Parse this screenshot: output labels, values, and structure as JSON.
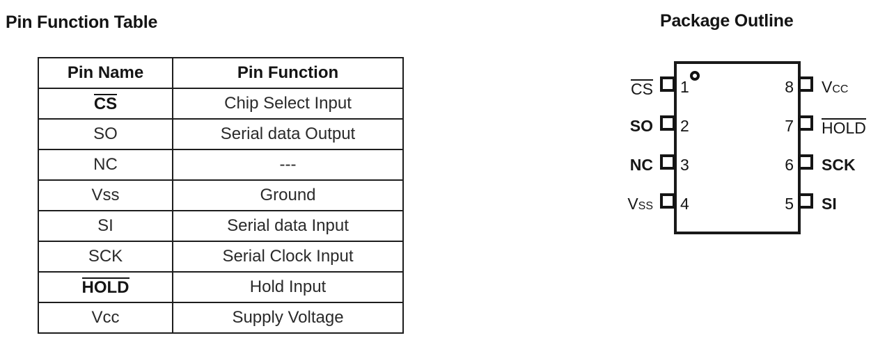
{
  "titles": {
    "pin_function_table": "Pin Function Table",
    "package_outline": "Package Outline"
  },
  "pin_function_table": {
    "columns": [
      "Pin Name",
      "Pin Function"
    ],
    "rows": [
      {
        "name": "CS",
        "overbar": true,
        "bold": true,
        "function": "Chip Select Input"
      },
      {
        "name": "SO",
        "overbar": false,
        "bold": false,
        "function": "Serial data Output"
      },
      {
        "name": "NC",
        "overbar": false,
        "bold": false,
        "function": "---"
      },
      {
        "name": "Vss",
        "overbar": false,
        "bold": false,
        "function": "Ground"
      },
      {
        "name": "SI",
        "overbar": false,
        "bold": false,
        "function": "Serial data Input"
      },
      {
        "name": "SCK",
        "overbar": false,
        "bold": false,
        "function": "Serial Clock Input"
      },
      {
        "name": "HOLD",
        "overbar": true,
        "bold": true,
        "function": "Hold Input"
      },
      {
        "name": "Vcc",
        "overbar": false,
        "bold": false,
        "function": "Supply Voltage"
      }
    ]
  },
  "package_outline": {
    "pin_count": 8,
    "pin1_marker": "dot-circle",
    "left_pins": [
      {
        "number": "1",
        "label": "CS",
        "overbar": true,
        "bold": true
      },
      {
        "number": "2",
        "label": "SO",
        "overbar": false,
        "bold": true
      },
      {
        "number": "3",
        "label": "NC",
        "overbar": false,
        "bold": true
      },
      {
        "number": "4",
        "label": "Vss",
        "overbar": false,
        "bold": false
      }
    ],
    "right_pins": [
      {
        "number": "8",
        "label": "Vcc",
        "overbar": false,
        "bold": false
      },
      {
        "number": "7",
        "label": "HOLD",
        "overbar": true,
        "bold": true
      },
      {
        "number": "6",
        "label": "SCK",
        "overbar": false,
        "bold": true
      },
      {
        "number": "5",
        "label": "SI",
        "overbar": false,
        "bold": true
      }
    ]
  },
  "colors": {
    "ink": "#1a1a1a",
    "background": "#ffffff",
    "rule": "#1d1d1d"
  }
}
